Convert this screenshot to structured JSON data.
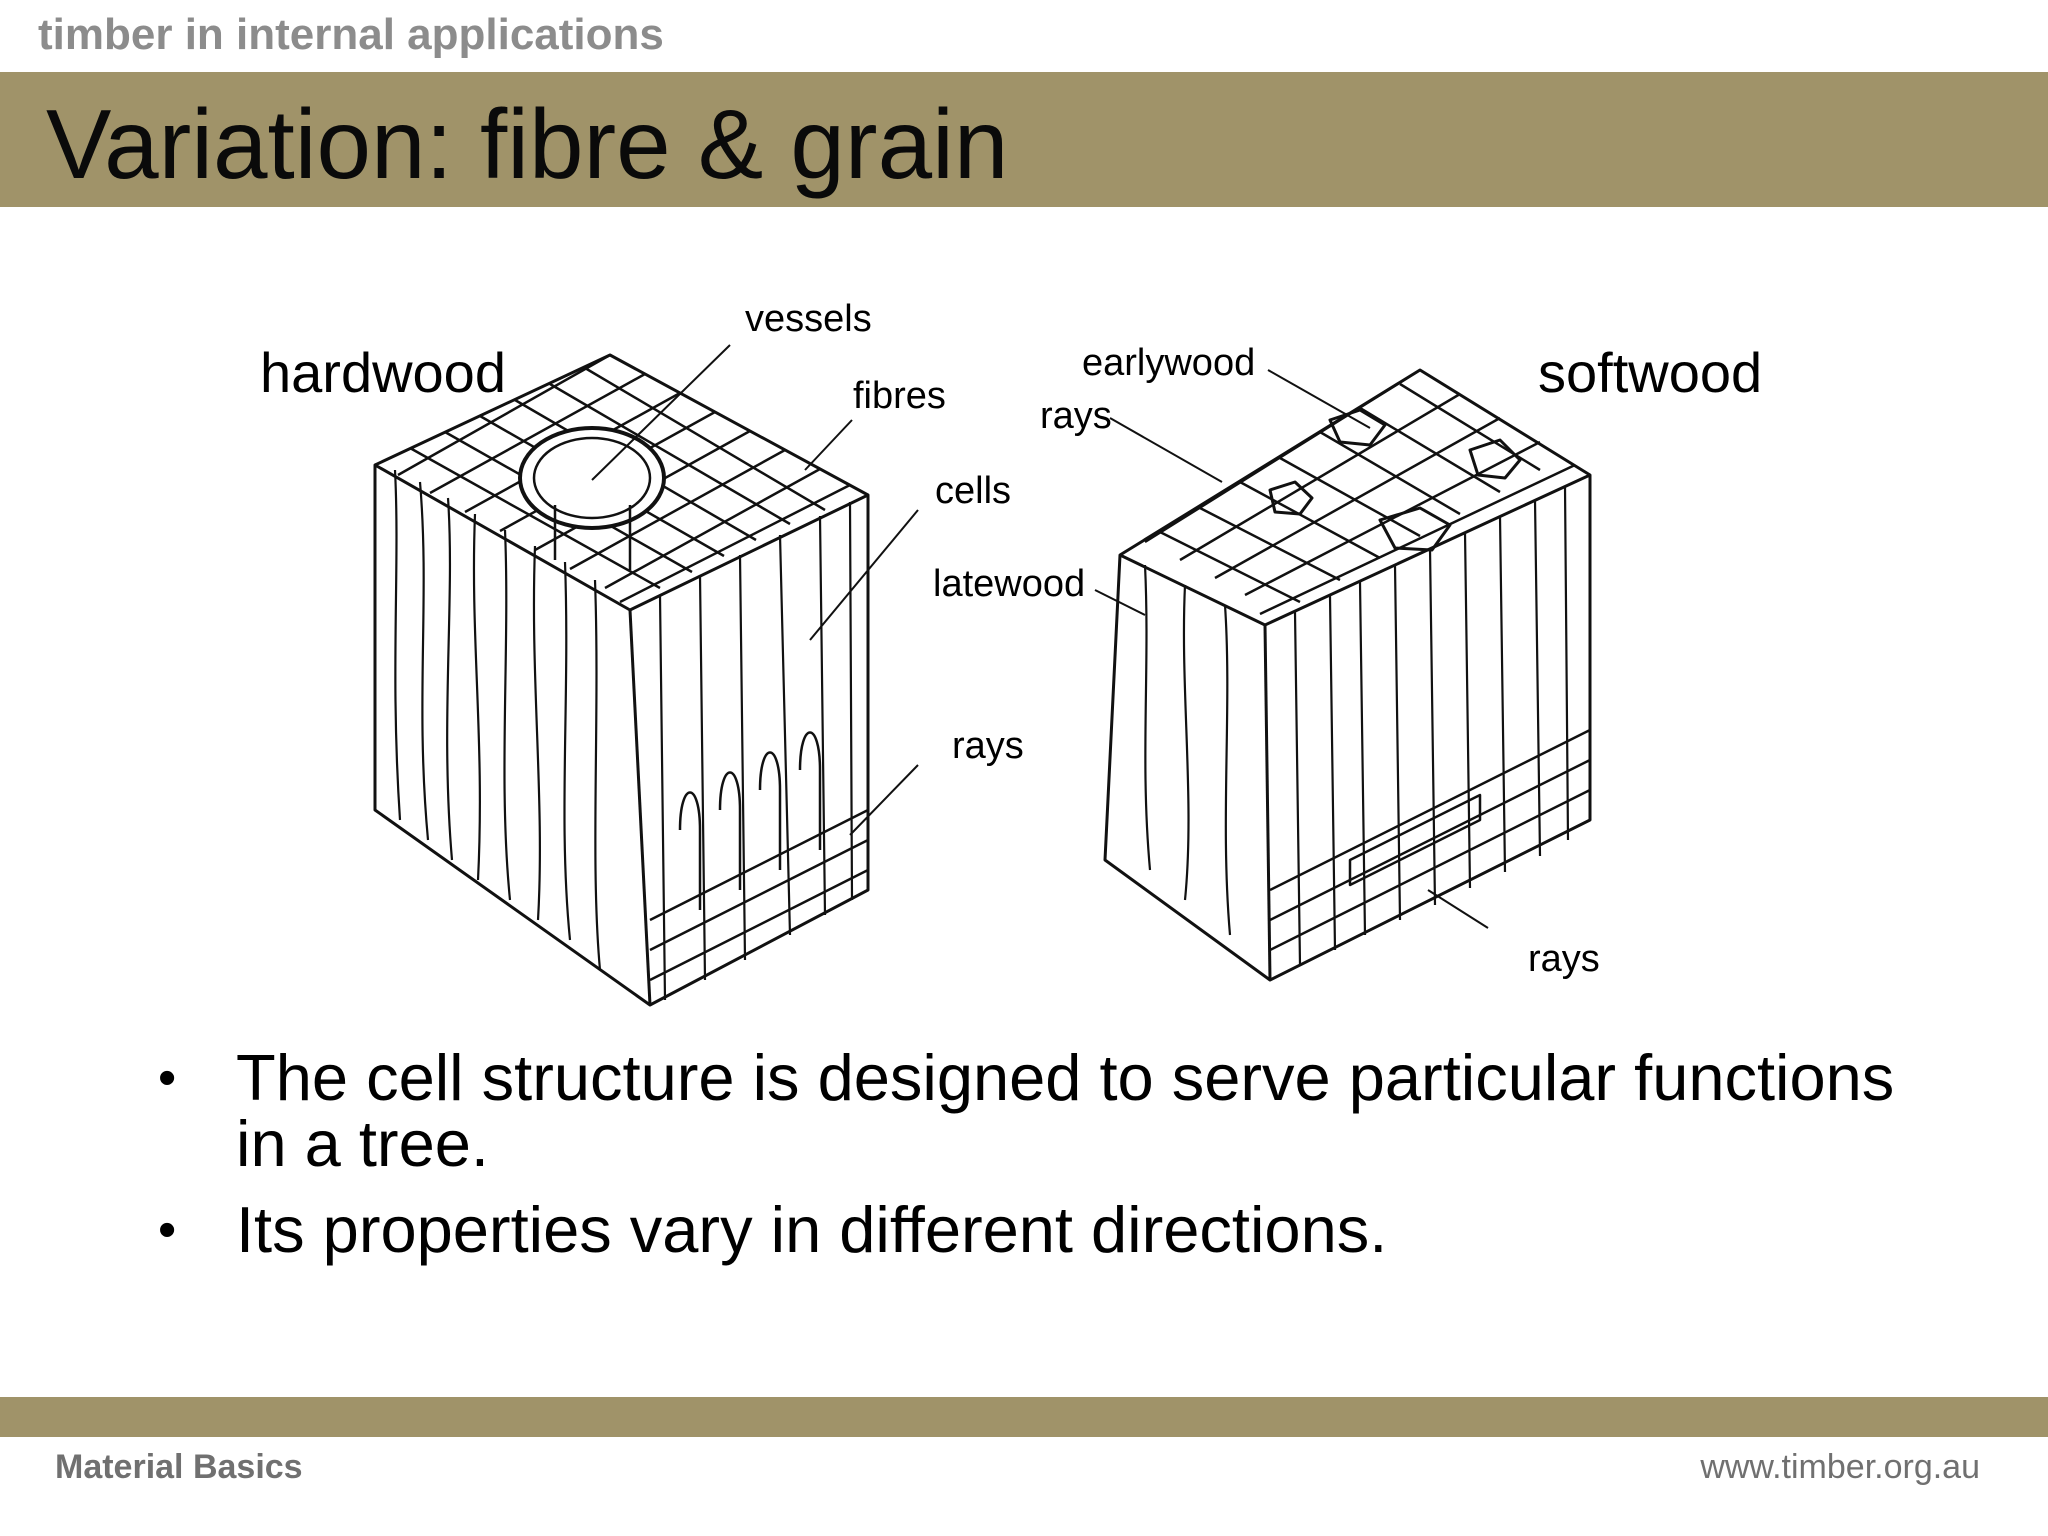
{
  "header": {
    "course": "timber in internal applications",
    "title": "Variation: fibre & grain"
  },
  "diagram": {
    "hardwood": {
      "title": "hardwood",
      "labels": {
        "vessels": "vessels",
        "fibres": "fibres",
        "cells": "cells",
        "rays": "rays"
      }
    },
    "softwood": {
      "title": "softwood",
      "labels": {
        "earlywood": "earlywood",
        "rays_top": "rays",
        "latewood": "latewood",
        "rays_bottom": "rays"
      }
    }
  },
  "bullets": [
    "The cell structure is designed to serve particular functions in a tree.",
    "Its properties vary in different directions."
  ],
  "footer": {
    "left": "Material Basics",
    "right": "www.timber.org.au"
  }
}
